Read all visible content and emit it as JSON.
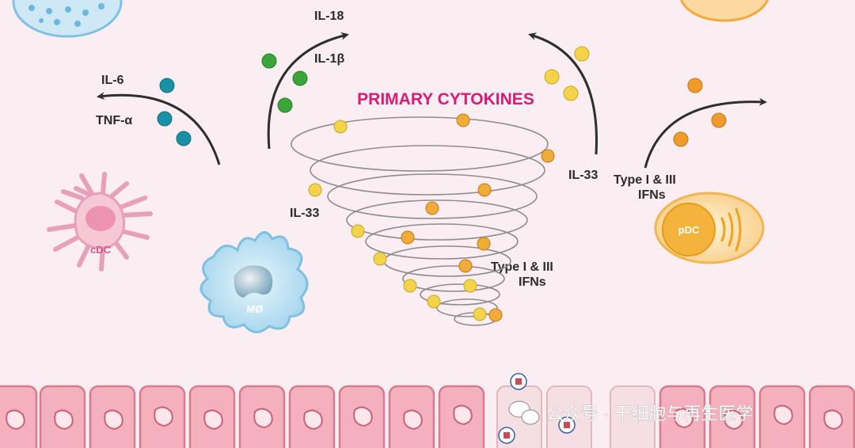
{
  "title": "PRIMARY CYTOKINES",
  "labels": {
    "il6": "IL-6",
    "tnfa": "TNF-α",
    "il18": "IL-18",
    "il1b": "IL-1β",
    "il33_left": "IL-33",
    "il33_right": "IL-33",
    "ifn_center_1": "Type I & III",
    "ifn_center_2": "IFNs",
    "ifn_right_1": "Type I & III",
    "ifn_right_2": "IFNs"
  },
  "cells": {
    "cdc": "cDC",
    "macrophage": "MØ",
    "pdc": "pDC"
  },
  "watermark": "公众号 · 干细胞与再生医学",
  "colors": {
    "background": "#fbeef2",
    "title": "#d81b74",
    "il6_tnf_dot": "#1a8fa6",
    "il18_il1b_dot": "#3aa639",
    "il33_dot": "#f3d34a",
    "ifn_dot": "#f09a2c",
    "cdc_fill": "#f6c8d6",
    "macrophage_fill": "#a9d8ef",
    "pdc_fill": "#fbdca4",
    "epithelium": "#f0a0b0"
  }
}
